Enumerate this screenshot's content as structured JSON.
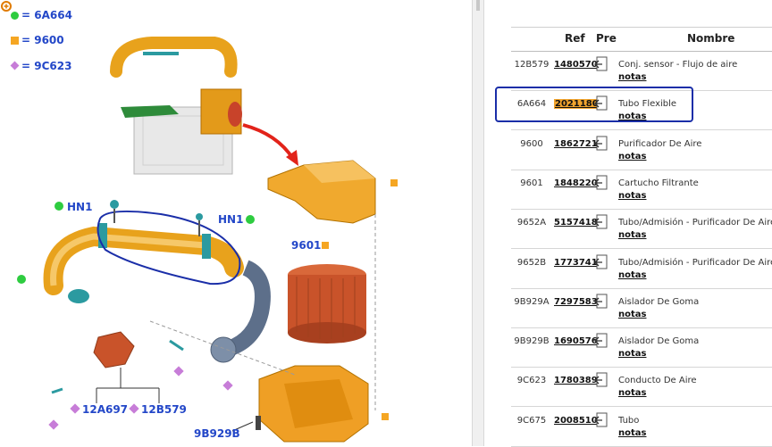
{
  "legend": [
    {
      "shape": "circle",
      "color": "#2ecc40",
      "label": "= 6A664"
    },
    {
      "shape": "square",
      "color": "#f5a623",
      "label": "= 9600"
    },
    {
      "shape": "diamond",
      "color": "#c77dd8",
      "label": "= 9C623"
    }
  ],
  "callouts": {
    "hn1_left": "HN1",
    "hn1_right": "HN1",
    "p9601": "9601",
    "p12A697": "12A697",
    "p12B579": "12B579",
    "p9B929B": "9B929B"
  },
  "table": {
    "headers": {
      "ref": "Ref",
      "pre": "Pre",
      "name": "Nombre"
    },
    "rows": [
      {
        "code": "12B579",
        "ref": "1480570",
        "name": "Conj. sensor - Flujo de aire",
        "notes": "notas"
      },
      {
        "code": "6A664",
        "ref": "2021180",
        "name": "Tubo Flexible",
        "notes": "notas",
        "highlight": true
      },
      {
        "code": "9600",
        "ref": "1862721",
        "name": "Purificador De Aire",
        "notes": "notas"
      },
      {
        "code": "9601",
        "ref": "1848220",
        "name": "Cartucho Filtrante",
        "notes": "notas"
      },
      {
        "code": "9652A",
        "ref": "5157418",
        "name": "Tubo/Admisión - Purificador De Aire",
        "notes": "notas"
      },
      {
        "code": "9652B",
        "ref": "1773741",
        "name": "Tubo/Admisión - Purificador De Aire",
        "notes": "notas"
      },
      {
        "code": "9B929A",
        "ref": "7297583",
        "name": "Aislador De Goma",
        "notes": "notas"
      },
      {
        "code": "9B929B",
        "ref": "1690576",
        "name": "Aislador De Goma",
        "notes": "notas"
      },
      {
        "code": "9C623",
        "ref": "1780389",
        "name": "Conducto De Aire",
        "notes": "notas"
      },
      {
        "code": "9C675",
        "ref": "2008510",
        "name": "Tubo",
        "notes": "notas"
      }
    ]
  }
}
